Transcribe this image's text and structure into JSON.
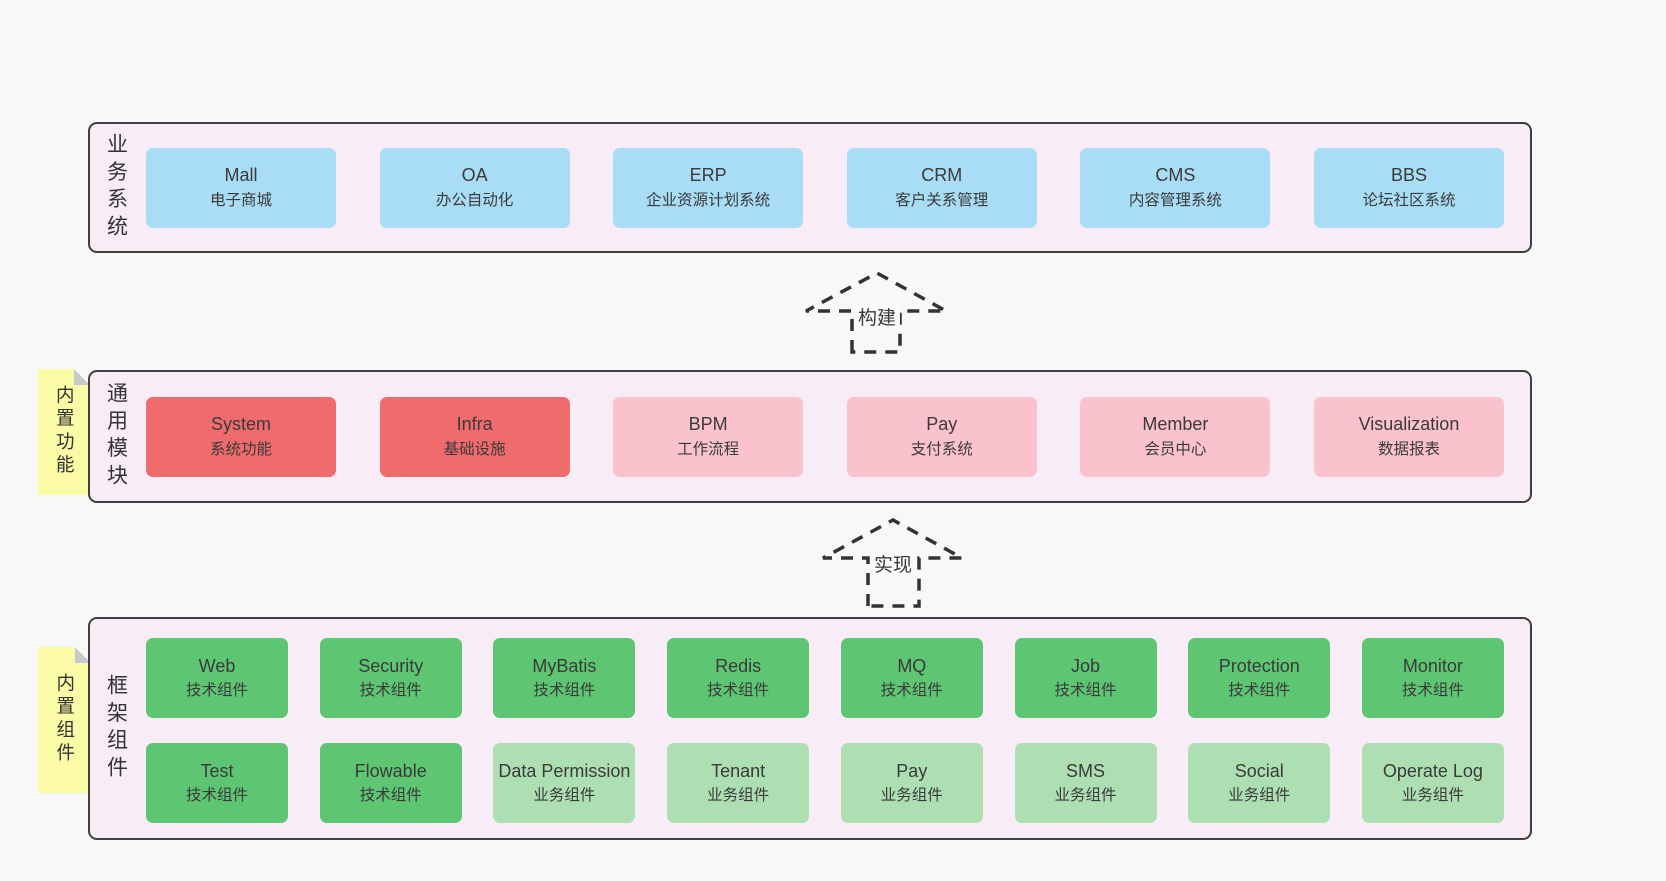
{
  "colors": {
    "page_bg": "#f8f8f8",
    "band_bg": "#f8edf6",
    "band_border": "#3f3f3f",
    "box_blue": "#a9dcf5",
    "box_red": "#ef6b6d",
    "box_pink": "#f9c2cd",
    "box_green": "#5ec573",
    "box_green_light": "#addfb3",
    "note_yellow": "#fbfaa6",
    "arrow_stroke": "#333333"
  },
  "arrows": [
    {
      "label": "构建"
    },
    {
      "label": "实现"
    }
  ],
  "business": {
    "label": "业务系统",
    "boxes": [
      {
        "title": "Mall",
        "subtitle": "电子商城"
      },
      {
        "title": "OA",
        "subtitle": "办公自动化"
      },
      {
        "title": "ERP",
        "subtitle": "企业资源计划系统"
      },
      {
        "title": "CRM",
        "subtitle": "客户关系管理"
      },
      {
        "title": "CMS",
        "subtitle": "内容管理系统"
      },
      {
        "title": "BBS",
        "subtitle": "论坛社区系统"
      }
    ]
  },
  "modules": {
    "label": "通用模块",
    "note": "内置功能",
    "boxes": [
      {
        "title": "System",
        "subtitle": "系统功能"
      },
      {
        "title": "Infra",
        "subtitle": "基础设施"
      },
      {
        "title": "BPM",
        "subtitle": "工作流程"
      },
      {
        "title": "Pay",
        "subtitle": "支付系统"
      },
      {
        "title": "Member",
        "subtitle": "会员中心"
      },
      {
        "title": "Visualization",
        "subtitle": "数据报表"
      }
    ]
  },
  "framework": {
    "label": "框架组件",
    "note": "内置组件",
    "row1": [
      {
        "title": "Web",
        "subtitle": "技术组件"
      },
      {
        "title": "Security",
        "subtitle": "技术组件"
      },
      {
        "title": "MyBatis",
        "subtitle": "技术组件"
      },
      {
        "title": "Redis",
        "subtitle": "技术组件"
      },
      {
        "title": "MQ",
        "subtitle": "技术组件"
      },
      {
        "title": "Job",
        "subtitle": "技术组件"
      },
      {
        "title": "Protection",
        "subtitle": "技术组件"
      },
      {
        "title": "Monitor",
        "subtitle": "技术组件"
      }
    ],
    "row2": [
      {
        "title": "Test",
        "subtitle": "技术组件"
      },
      {
        "title": "Flowable",
        "subtitle": "技术组件"
      },
      {
        "title": "Data Permission",
        "subtitle": "业务组件"
      },
      {
        "title": "Tenant",
        "subtitle": "业务组件"
      },
      {
        "title": "Pay",
        "subtitle": "业务组件"
      },
      {
        "title": "SMS",
        "subtitle": "业务组件"
      },
      {
        "title": "Social",
        "subtitle": "业务组件"
      },
      {
        "title": "Operate Log",
        "subtitle": "业务组件"
      }
    ]
  }
}
